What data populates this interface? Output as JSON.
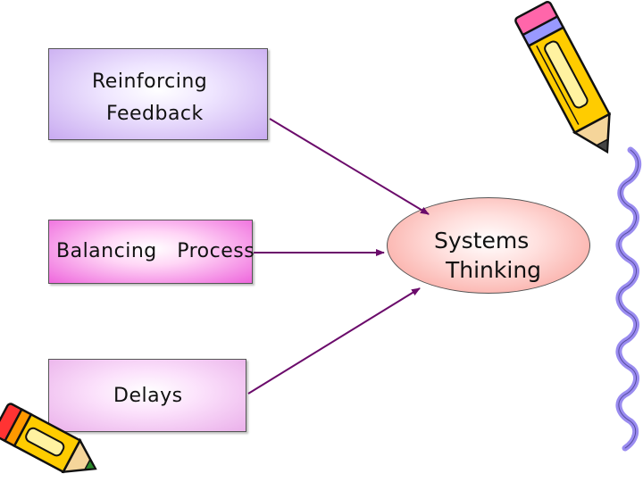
{
  "nodes": {
    "reinforcing": {
      "line1": "Reinforcing",
      "line2": "Feedback"
    },
    "balancing": {
      "label": "Balancing   Process"
    },
    "delays": {
      "label": "Delays"
    },
    "target": {
      "line1": "Systems",
      "line2": "Thinking"
    }
  },
  "colors": {
    "arrow": "#6b0b6b",
    "reinforcing_fill": "#c8aaf0",
    "balancing_fill": "#ee66dc",
    "delays_fill": "#eab0ea",
    "target_fill": "#f89a92",
    "squiggle": "#9a8cf0"
  },
  "icons": [
    "pencil-icon-top-right",
    "pencil-icon-bottom-left",
    "squiggle-decoration"
  ]
}
